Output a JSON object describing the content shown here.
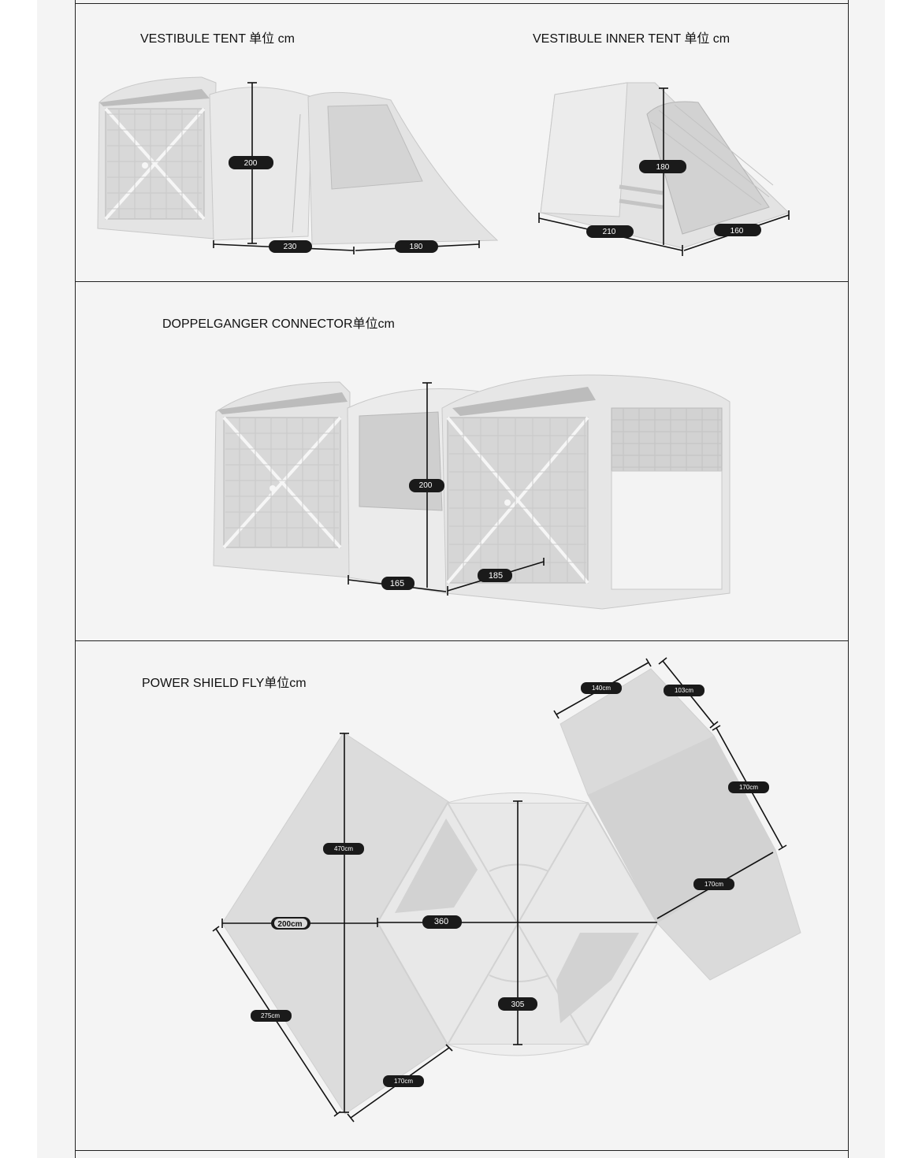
{
  "sections": {
    "vestibule": {
      "title_tent": "VESTIBULE TENT 单位 cm",
      "title_inner": "VESTIBULE INNER TENT 单位 cm",
      "tent_height": "200",
      "tent_base_main": "230",
      "tent_base_extension": "180",
      "inner_height": "180",
      "inner_length": "210",
      "inner_width": "160"
    },
    "connector": {
      "title": "DOPPELGANGER CONNECTOR单位cm",
      "height": "200",
      "width": "165",
      "depth": "185"
    },
    "fly": {
      "title": "POWER SHIELD FLY单位cm",
      "left_height": "470cm",
      "left_width": "200cm",
      "left_diagonal": "275cm",
      "left_bottom": "170cm",
      "center_width": "360",
      "center_depth": "305",
      "right_top": "140cm",
      "right_top_side": "103cm",
      "right_side": "170cm",
      "right_bottom": "170cm"
    }
  },
  "colors": {
    "badge": "#1a1a1a",
    "fabric": "#dedede",
    "fabric_dark": "#cfcfcf",
    "line": "#111111"
  }
}
